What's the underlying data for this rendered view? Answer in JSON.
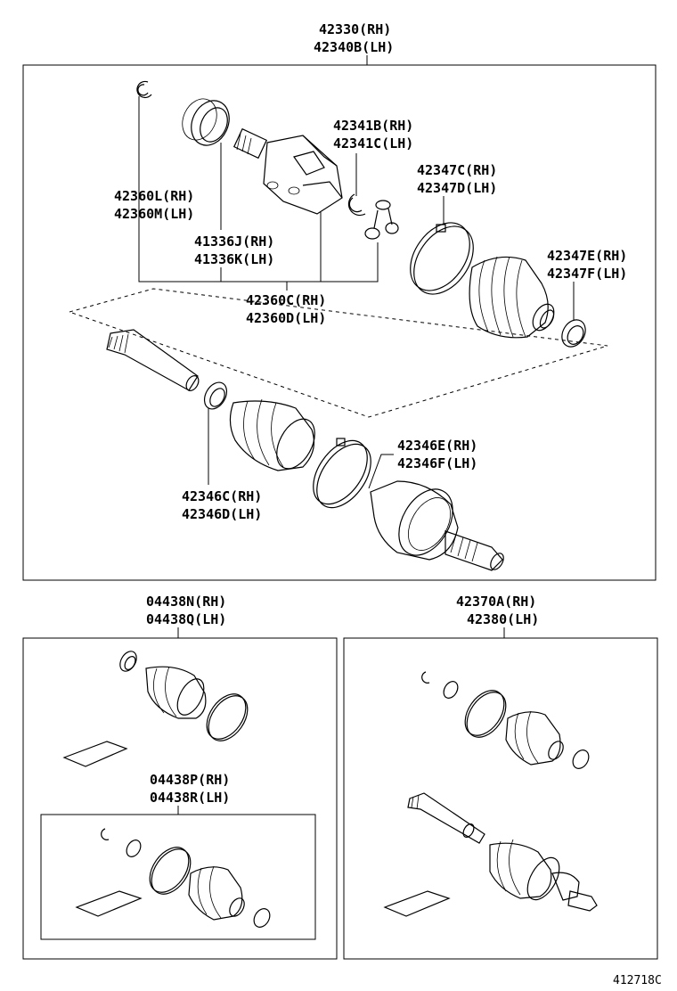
{
  "labels": {
    "assembly_rh": "42330(RH)",
    "assembly_lh": "42340B(LH)",
    "snap_ring_rh": "42360L(RH)",
    "snap_ring_lh": "42360M(LH)",
    "dust_seal_rh": "41336J(RH)",
    "dust_seal_lh": "41336K(LH)",
    "clip_rh": "42341B(RH)",
    "clip_lh": "42341C(LH)",
    "inner_band_rh": "42347C(RH)",
    "inner_band_lh": "42347D(LH)",
    "inner_clamp_rh": "42347E(RH)",
    "inner_clamp_lh": "42347F(LH)",
    "inboard_joint_rh": "42360C(RH)",
    "inboard_joint_lh": "42360D(LH)",
    "outer_band_rh": "42346E(RH)",
    "outer_band_lh": "42346F(LH)",
    "outer_clamp_rh": "42346C(RH)",
    "outer_clamp_lh": "42346D(LH)",
    "boot_kit_outer_rh": "04438N(RH)",
    "boot_kit_outer_lh": "04438Q(LH)",
    "boot_kit_inner_rh": "04438P(RH)",
    "boot_kit_inner_lh": "04438R(LH)",
    "shaft_assembly_rh": "42370A(RH)",
    "shaft_assembly_lh": "42380(LH)",
    "figure_code": "412718C"
  }
}
